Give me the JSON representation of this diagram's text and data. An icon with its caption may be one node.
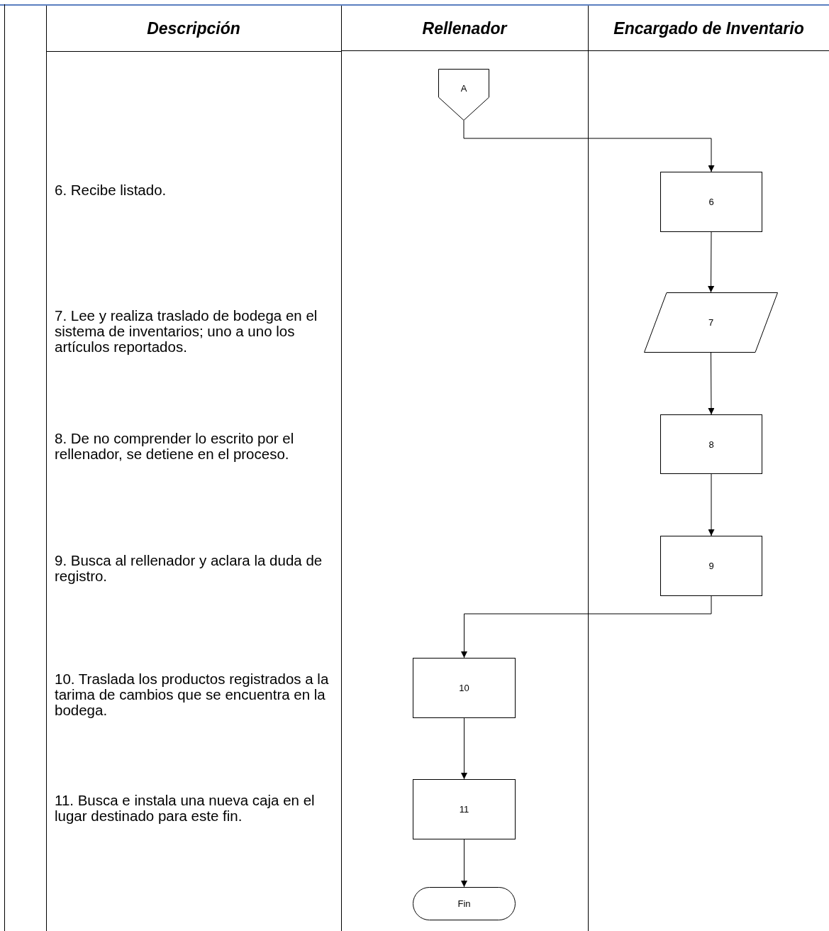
{
  "diagram": {
    "nodes": [
      {
        "text": [
          "Rellenador"
        ]
      },
      {
        "text": [
          "Encargado de Inventario"
        ]
      },
      {
        "text": [
          "A"
        ],
        "in": 0
      },
      {
        "text": [
          "6"
        ],
        "in": 1
      },
      {
        "text": [
          "7"
        ],
        "in": 1
      },
      {
        "text": [
          "8"
        ],
        "in": 1
      },
      {
        "text": [
          "9"
        ],
        "in": 1
      },
      {
        "text": [
          "10"
        ],
        "in": 0
      },
      {
        "text": [
          "11"
        ],
        "in": 0
      },
      {
        "text": [
          "Fin"
        ],
        "in": 0
      }
    ],
    "edges": [
      {
        "from": 2,
        "to": 3,
        "arrow": "to"
      },
      {
        "from": 3,
        "to": 4,
        "arrow": "to"
      },
      {
        "from": 4,
        "to": 5,
        "arrow": "to"
      },
      {
        "from": 5,
        "to": 6,
        "arrow": "to"
      },
      {
        "from": 6,
        "to": 7,
        "arrow": "to"
      },
      {
        "from": 7,
        "to": 8,
        "arrow": "to"
      },
      {
        "from": 8,
        "to": 9,
        "arrow": "to"
      }
    ],
    "labels": [
      "Descripción",
      "6. Recibe listado.",
      "7. Lee y realiza traslado de bodega en el sistema de inventarios; uno a uno los artículos reportados.",
      "8. De no comprender lo escrito por el rellenador, se detiene en el proceso.",
      "9. Busca al rellenador y aclara la duda de registro.",
      "10. Traslada los productos registrados a la tarima de cambios que se encuentra en la bodega.",
      "11. Busca e instala una nueva caja en el lugar destinado para este fin."
    ]
  }
}
